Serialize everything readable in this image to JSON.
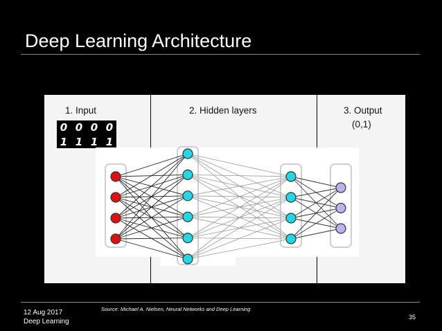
{
  "slide": {
    "title": "Deep Learning Architecture",
    "date": "12 Aug 2017",
    "course": "Deep Learning",
    "source": "Source: Michael A. Nielsen, Neural Networks and Deep Learning",
    "page_number": "35"
  },
  "diagram": {
    "input_label": "1. Input",
    "hidden_label": "2. Hidden layers",
    "output_label": "3. Output",
    "output_range": "(0,1)",
    "digits": [
      "0",
      "0",
      "0",
      "0",
      "1",
      "1",
      "1",
      "1"
    ],
    "layers": [
      {
        "name": "input",
        "count": 4,
        "color": "#e01010"
      },
      {
        "name": "hidden-1",
        "count": 6,
        "color": "#22d8e6"
      },
      {
        "name": "hidden-2",
        "count": 4,
        "color": "#22d8e6"
      },
      {
        "name": "output",
        "count": 3,
        "color": "#b7b5ee"
      }
    ]
  }
}
